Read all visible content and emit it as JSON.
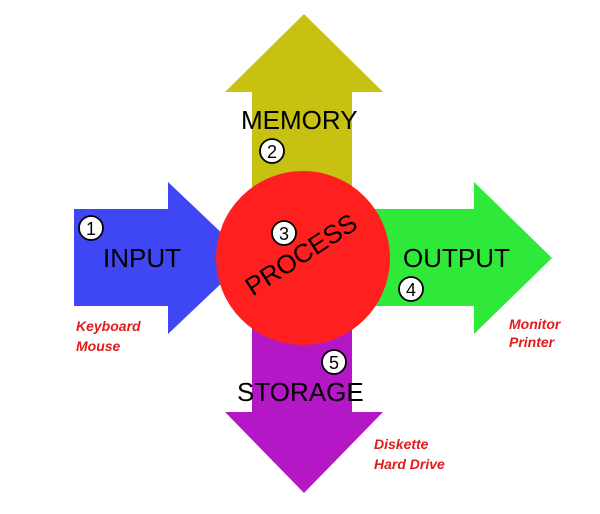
{
  "diagram": {
    "center": {
      "label": "PROCESS",
      "number": "3",
      "color": "#ff1f1f"
    },
    "arrows": {
      "input": {
        "label": "INPUT",
        "number": "1",
        "color": "#3f47f5",
        "notes": [
          "Keyboard",
          "Mouse"
        ]
      },
      "memory": {
        "label": "MEMORY",
        "number": "2",
        "color": "#c7c112",
        "notes": []
      },
      "output": {
        "label": "OUTPUT",
        "number": "4",
        "color": "#2ee83a",
        "notes": [
          "Monitor",
          "Printer"
        ]
      },
      "storage": {
        "label": "STORAGE",
        "number": "5",
        "color": "#b317c6",
        "notes": [
          "Diskette",
          "Hard Drive"
        ]
      }
    },
    "note_color": "#e21b1b"
  }
}
